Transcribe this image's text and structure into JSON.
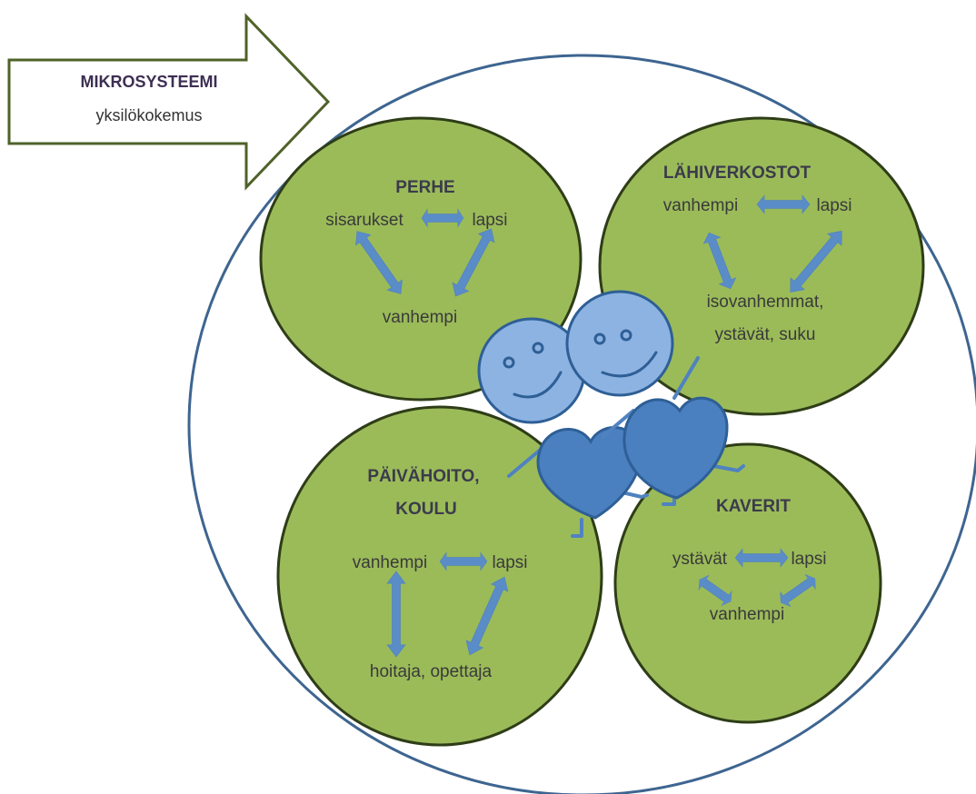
{
  "colors": {
    "outer_circle_stroke": "#3e6590",
    "group_fill": "#9bbb59",
    "group_stroke": "#2e3d17",
    "arrow_fill": "#5a8cc8",
    "callout_stroke": "#4f6228",
    "figure_head_fill": "#8db3e2",
    "figure_body_fill": "#4a7fc0",
    "figure_stroke": "#2e5f96"
  },
  "callout": {
    "title": "MIKROSYSTEEMI",
    "subtitle": "yksilökokemus",
    "shape": "right-arrow"
  },
  "groups": {
    "perhe": {
      "heading": "PERHE",
      "node_a": "sisarukset",
      "node_b": "lapsi",
      "node_c": "vanhempi"
    },
    "lahiverkostot": {
      "heading": "LÄHIVERKOSTOT",
      "node_a": "vanhempi",
      "node_b": "lapsi",
      "node_c_line1": "isovanhemmat,",
      "node_c_line2": "ystävät, suku"
    },
    "paivahoito": {
      "heading_line1": "PÄIVÄHOITO,",
      "heading_line2": "KOULU",
      "node_a": "vanhempi",
      "node_b": "lapsi",
      "node_c": "hoitaja, opettaja"
    },
    "kaverit": {
      "heading": "KAVERIT",
      "node_a": "ystävät",
      "node_b": "lapsi",
      "node_c": "vanhempi"
    }
  },
  "figures": {
    "count": 2,
    "icon": "smiling-heart-figure-icon"
  }
}
